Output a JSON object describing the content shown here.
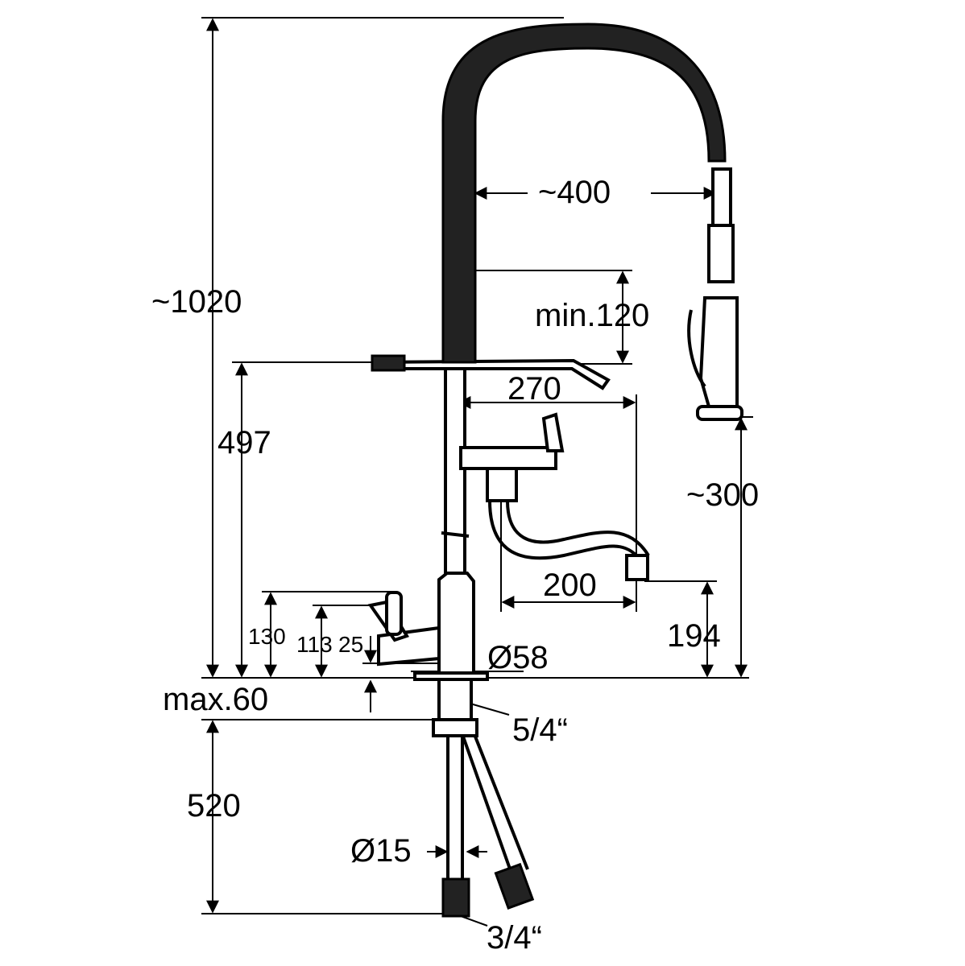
{
  "dimensions": {
    "total_height": "~1020",
    "hose_reach": "~400",
    "min_clearance": "min.120",
    "arm_height": "497",
    "arm_length": "270",
    "spray_height": "~300",
    "spout_reach": "200",
    "spout_height": "194",
    "lever_130": "130",
    "lever_113": "113",
    "lever_25": "25",
    "base_diameter": "Ø58",
    "max_deck": "max.60",
    "thread_main": "5/4“",
    "hose_length": "520",
    "hose_diameter": "Ø15",
    "thread_hose": "3/4“"
  }
}
